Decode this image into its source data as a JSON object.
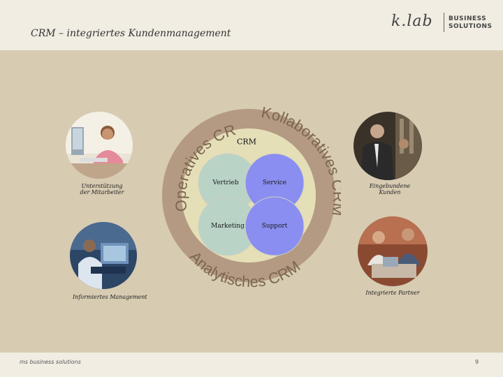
{
  "header": {
    "title": "CRM – integriertes Kundenmanagement",
    "logo_main": "k.lab",
    "logo_sub1": "BUSINESS",
    "logo_sub2": "SOLUTIONS"
  },
  "diagram": {
    "center_label": "CRM",
    "ring_operatives": "Operatives CRM",
    "ring_kollaboratives": "Kollaboratives CRM",
    "ring_analytisches": "Analytisches CRM",
    "venn": {
      "vertrieb": "Vertrieb",
      "service": "Service",
      "marketing": "Marketing",
      "support": "Support"
    },
    "colors": {
      "ring_outer": "#b49a82",
      "ring_inner": "#e5dfb8",
      "venn_green": "#b9d3c7",
      "venn_purple": "#8a8ef0",
      "ring_text": "#7b6650"
    }
  },
  "captions": {
    "top_left": [
      "Unterstützung",
      "der Mitarbeiter"
    ],
    "bottom_left": "Informiertes Management",
    "top_right": [
      "Eingebundene",
      "Kunden"
    ],
    "bottom_right": "Integrierte Partner"
  },
  "footer": {
    "left": "ms business solutions",
    "page": "9"
  }
}
